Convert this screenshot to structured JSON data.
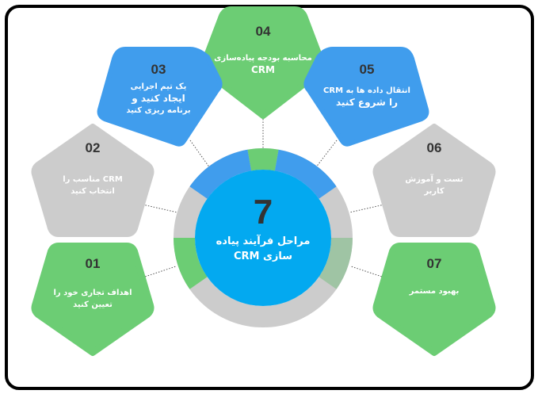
{
  "diagram": {
    "center": {
      "number": "7",
      "title_line1": "مراحل فرآیند پیاده",
      "title_line2": "سازی CRM"
    },
    "colors": {
      "green": "#6ccd74",
      "blue": "#409ded",
      "gray": "#cccccc",
      "center": "#03a9f0",
      "muted_green": "#9fc4a4"
    },
    "steps": [
      {
        "number": "01",
        "lines": [
          "اهداف تجاری خود را",
          "تعیین کنید"
        ],
        "color": "green"
      },
      {
        "number": "02",
        "lines": [
          "CRM مناسب را",
          "انتخاب کنید"
        ],
        "color": "gray"
      },
      {
        "number": "03",
        "lines": [
          "یک تیم اجرایی",
          "ایجاد کنید و",
          "برنامه ریزی کنید"
        ],
        "color": "blue"
      },
      {
        "number": "04",
        "lines": [
          "محاسبه بودجه پیاده‌سازی",
          "CRM"
        ],
        "color": "green"
      },
      {
        "number": "05",
        "lines": [
          "انتقال داده ها به CRM",
          "را شروع کنید"
        ],
        "color": "blue"
      },
      {
        "number": "06",
        "lines": [
          "تست و آموزش",
          "کاربر"
        ],
        "color": "gray"
      },
      {
        "number": "07",
        "lines": [
          "بهبود مستمر"
        ],
        "color": "green"
      }
    ]
  }
}
